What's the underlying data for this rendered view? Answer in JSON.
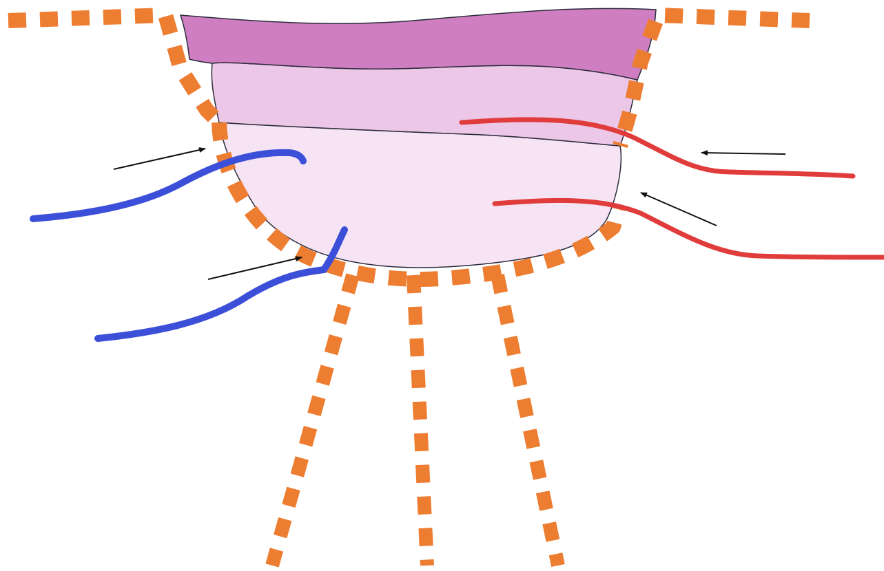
{
  "colors": {
    "background": "#ffffff",
    "layer_top": "#cf7fc1",
    "layer_middle": "#ecc7e7",
    "layer_bottom": "#f6e4f4",
    "outline": "#2a2a3a",
    "dashed_boundary": "#ed7d31",
    "blue_line": "#3c4fd8",
    "red_line": "#e13c3c",
    "arrow": "#111111"
  },
  "diagram": {
    "layers": [
      "top-layer",
      "middle-layer",
      "bottom-layer"
    ],
    "dashed_boundaries": [
      "left-branch",
      "right-branch",
      "bowl",
      "ray-left",
      "ray-center",
      "ray-right"
    ],
    "lines": [
      {
        "id": "blue-line-upper",
        "color": "blue"
      },
      {
        "id": "blue-line-lower",
        "color": "blue"
      },
      {
        "id": "red-line-upper",
        "color": "red"
      },
      {
        "id": "red-line-lower",
        "color": "red"
      }
    ],
    "arrows": [
      "arrow-left-upper",
      "arrow-left-lower",
      "arrow-right-upper",
      "arrow-right-lower"
    ]
  }
}
